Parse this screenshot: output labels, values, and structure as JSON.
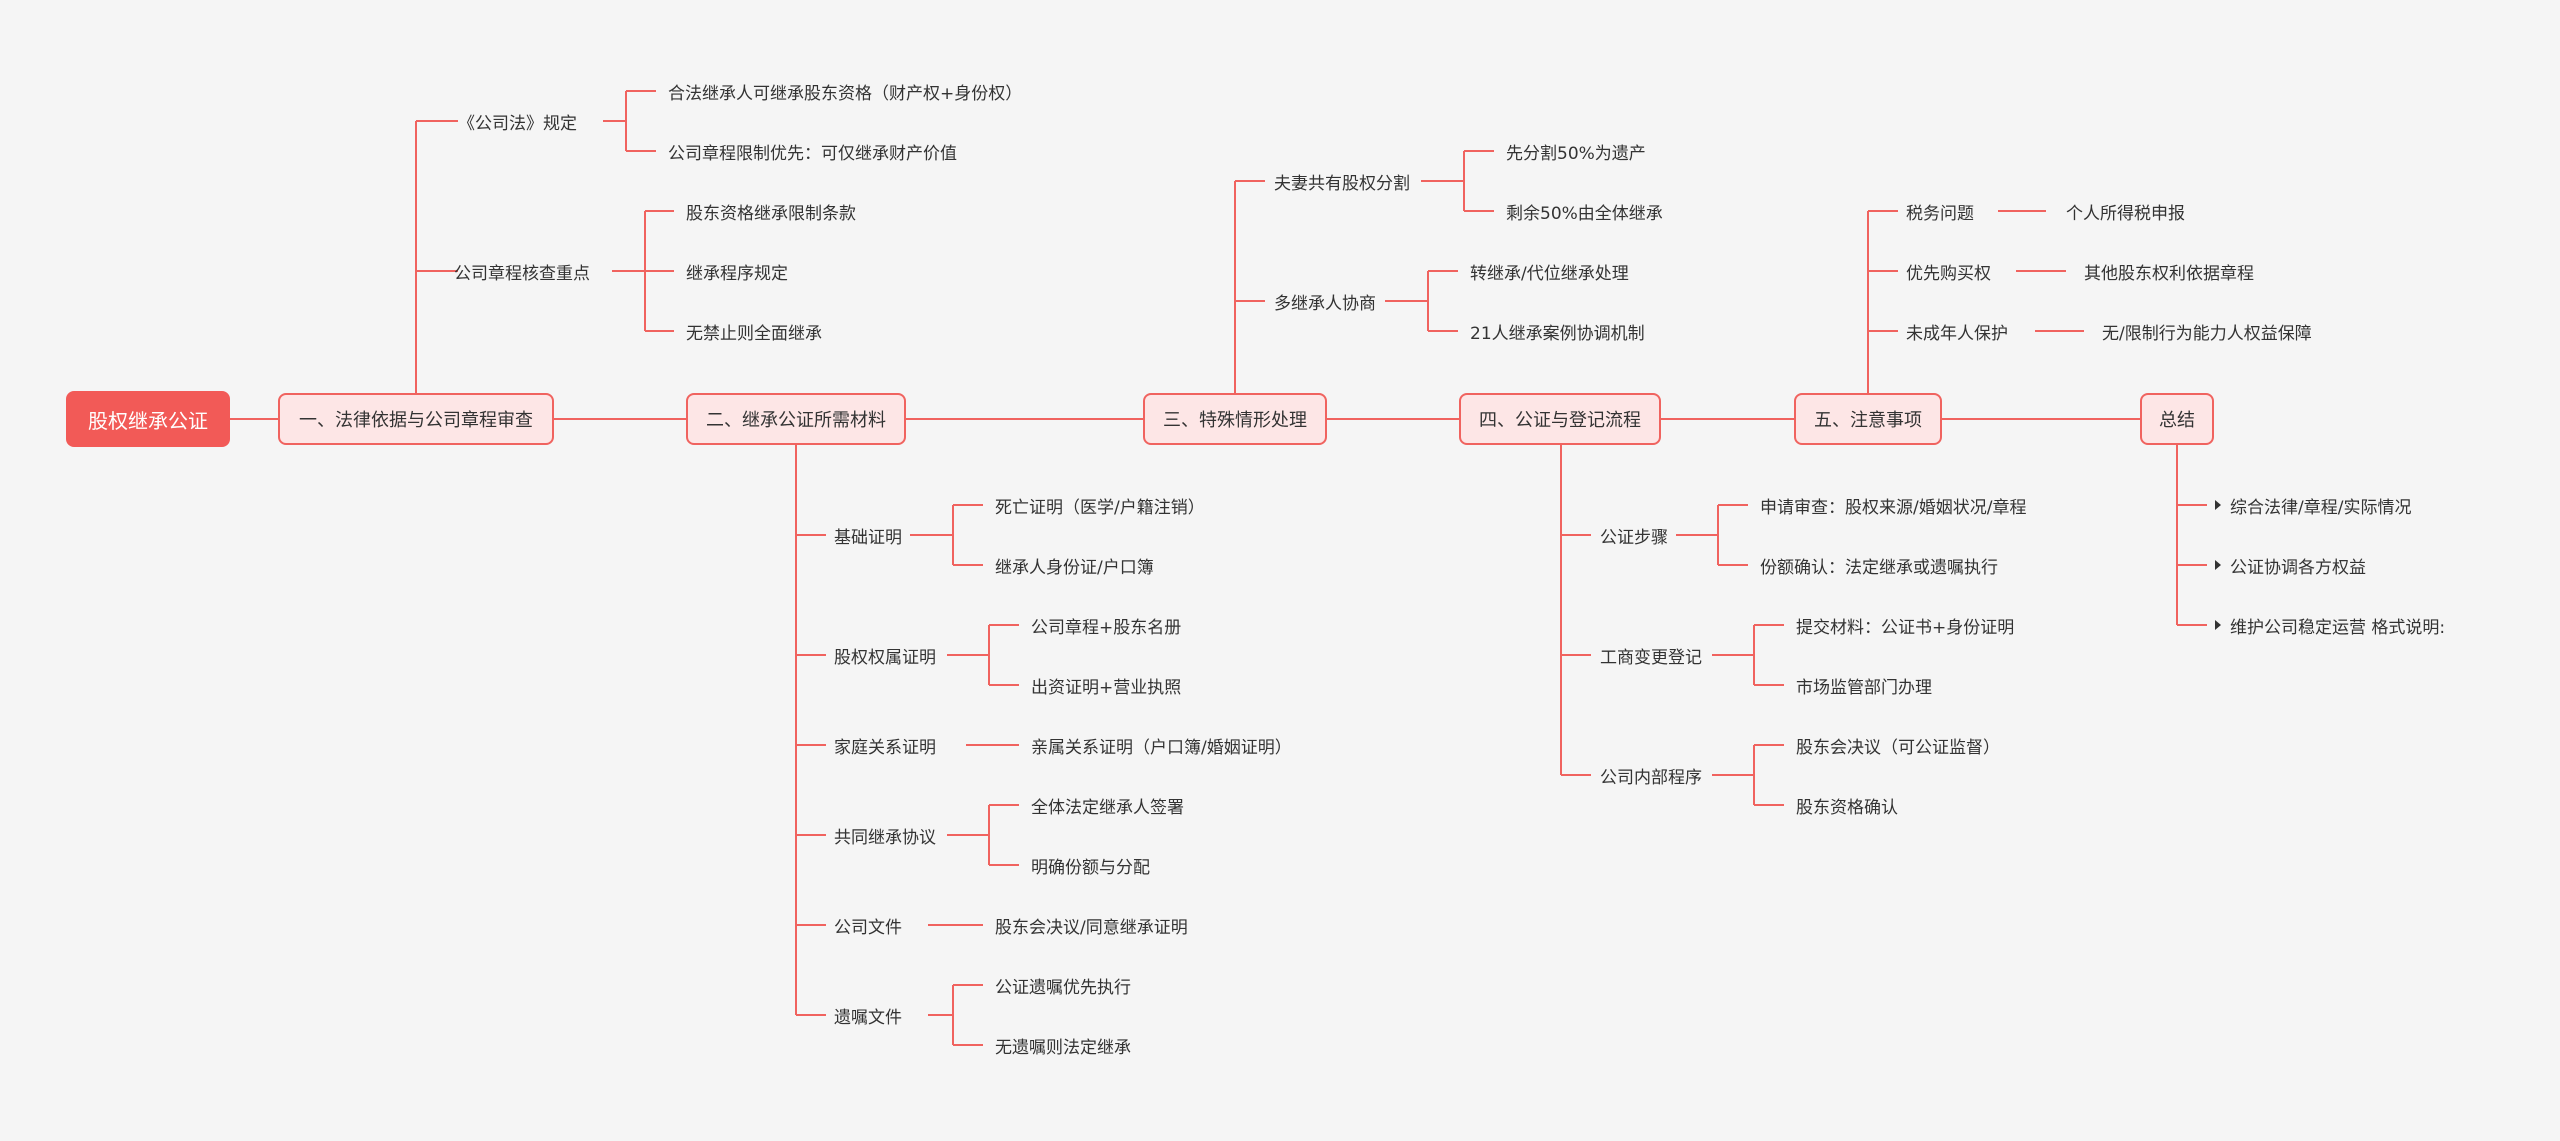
{
  "root": "股权继承公证",
  "sections": {
    "s1": "一、法律依据与公司章程审查",
    "s2": "二、继承公证所需材料",
    "s3": "三、特殊情形处理",
    "s4": "四、公证与登记流程",
    "s5": "五、注意事项",
    "s6": "总结"
  },
  "s1": {
    "c1": "《公司法》规定",
    "c1a": "合法继承人可继承股东资格（财产权+身份权）",
    "c1b": "公司章程限制优先：可仅继承财产价值",
    "c2": "公司章程核查重点",
    "c2a": "股东资格继承限制条款",
    "c2b": "继承程序规定",
    "c2c": "无禁止则全面继承"
  },
  "s2": {
    "c1": "基础证明",
    "c1a": "死亡证明（医学/户籍注销）",
    "c1b": "继承人身份证/户口簿",
    "c2": "股权权属证明",
    "c2a": "公司章程+股东名册",
    "c2b": "出资证明+营业执照",
    "c3": "家庭关系证明",
    "c3a": "亲属关系证明（户口簿/婚姻证明）",
    "c4": "共同继承协议",
    "c4a": "全体法定继承人签署",
    "c4b": "明确份额与分配",
    "c5": "公司文件",
    "c5a": "股东会决议/同意继承证明",
    "c6": "遗嘱文件",
    "c6a": "公证遗嘱优先执行",
    "c6b": "无遗嘱则法定继承"
  },
  "s3": {
    "c1": "夫妻共有股权分割",
    "c1a": "先分割50%为遗产",
    "c1b": "剩余50%由全体继承",
    "c2": "多继承人协商",
    "c2a": "转继承/代位继承处理",
    "c2b": "21人继承案例协调机制"
  },
  "s4": {
    "c1": "公证步骤",
    "c1a": "申请审查：股权来源/婚姻状况/章程",
    "c1b": "份额确认：法定继承或遗嘱执行",
    "c2": "工商变更登记",
    "c2a": "提交材料：公证书+身份证明",
    "c2b": "市场监管部门办理",
    "c3": "公司内部程序",
    "c3a": "股东会决议（可公证监督）",
    "c3b": "股东资格确认"
  },
  "s5": {
    "c1": "税务问题",
    "c1a": "个人所得税申报",
    "c2": "优先购买权",
    "c2a": "其他股东权利依据章程",
    "c3": "未成年人保护",
    "c3a": "无/限制行为能力人权益保障"
  },
  "s6": {
    "b1": "综合法律/章程/实际情况",
    "b2": "公证协调各方权益",
    "b3": "维护公司稳定运营 格式说明:"
  },
  "colors": {
    "line": "#f0635f",
    "root": "#f25a57",
    "mainFill": "#fde6e6",
    "text": "#333333"
  }
}
